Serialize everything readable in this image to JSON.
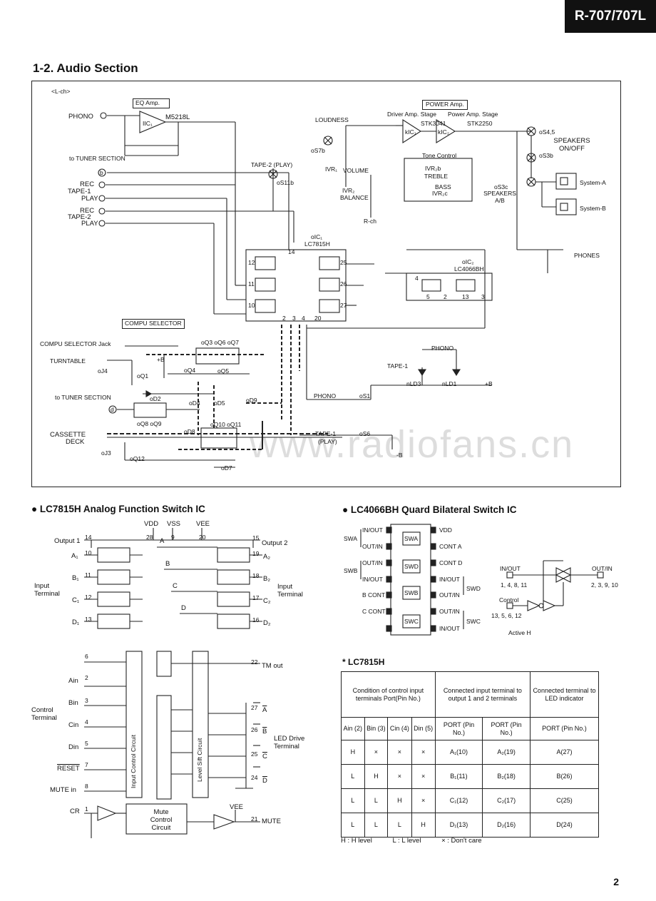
{
  "header": {
    "model": "R-707/707L",
    "section_title": "1-2. Audio Section",
    "page_number": "2",
    "watermark": "www.radiofans.cn"
  },
  "audio": {
    "lch": "<L-ch>",
    "eq_amp": "EQ Amp.",
    "phono": "PHONO",
    "ic1": "IIC₁",
    "m5218l": "M5218L",
    "to_tuner": "to TUNER SECTION",
    "b_marker": "b",
    "rec": "REC",
    "tape1": "TAPE-1",
    "tape2": "TAPE-2",
    "play": "PLAY",
    "loudness": "LOUDNESS",
    "s7b": "oS7b",
    "tape2_play": "TAPE-2 (PLAY)",
    "s11b": "oS11b",
    "vr1": "IVR₁",
    "volume": "VOLUME",
    "vr2": "IVR₂",
    "balance": "BALANCE",
    "rch": "R-ch",
    "power_amp": "POWER Amp.",
    "driver_stage": "Driver Amp. Stage",
    "power_stage": "Power Amp. Stage",
    "kic1": "kIC₁",
    "stk3041": "STK3041",
    "kic2": "kIC₂",
    "stk2250": "STK2250",
    "tone_control": "Tone Control",
    "vr2b": "IVR₂b",
    "treble": "TREBLE",
    "bass": "BASS",
    "vr2c": "IVR₂c",
    "s3c": "oS3c",
    "speakers_ab": "SPEAKERS A/B",
    "s45": "oS4,5",
    "speakers_onoff": "SPEAKERS ON/OFF",
    "s3b": "oS3b",
    "system_a": "System-A",
    "system_b": "System-B",
    "phones": "PHONES",
    "oic1": "oIC₁",
    "lc7815h": "LC7815H",
    "oic2": "oIC₂",
    "lc4066bh": "LC4066BH",
    "compu_selector": "COMPU SELECTOR",
    "compu_jack": "COMPU SELECTOR Jack",
    "turntable": "TURNTABLE",
    "plus_b": "+B",
    "minus_b": "-B",
    "to_tuner2": "to TUNER SECTION",
    "d_marker": "d",
    "cassette": "CASSETTE",
    "deck": "DECK",
    "q3q6q7": "oQ3 oQ6 oQ7",
    "q1": "oQ1",
    "q4": "oQ4",
    "q5": "oQ5",
    "d2": "oD2",
    "d4": "oD4",
    "d5": "oD5",
    "d9": "oD9",
    "q8q9": "oQ8 oQ9",
    "d8": "oD8",
    "q10q11": "oQ10 oQ11",
    "q12": "oQ12",
    "d7": "oD7",
    "j4": "oJ4",
    "j3": "oJ3",
    "phono2": "PHONO",
    "tape1_l": "TAPE-1",
    "nld3": "nLD3",
    "nld1": "nLD1",
    "phono_s1": "PHONO",
    "s1": "oS1",
    "tape1_s6": "TAPE-1",
    "play2": "(PLAY)",
    "s6": "oS6",
    "pins_ic1": [
      "14",
      "12",
      "11",
      "10",
      "25",
      "26",
      "27",
      "2",
      "3",
      "4",
      "20"
    ],
    "pins_ic2": [
      "4",
      "5",
      "2",
      "13",
      "3"
    ]
  },
  "lc7815": {
    "title": "LC7815H Analog Function Switch IC",
    "vdd": "VDD",
    "vss": "VSS",
    "vee": "VEE",
    "output1": "Output 1",
    "output2": "Output 2",
    "inputs_left": [
      "A₁",
      "B₁",
      "C₁",
      "D₁"
    ],
    "inputs_right": [
      "A₂",
      "B₂",
      "C₂",
      "D₂"
    ],
    "input_terminal": "Input Terminal",
    "lines": [
      "A",
      "B",
      "C",
      "D"
    ],
    "control_terminal": "Control Terminal",
    "ctrl": [
      "Ain",
      "Bin",
      "Cin",
      "Din"
    ],
    "reset": "RESET",
    "mute_in": "MUTE in",
    "cr": "CR",
    "tm_out": "TM out",
    "input_control": "Input Control Circuit",
    "level_shift": "Level Sift Circuit",
    "mute_circuit": "Mute Control Circuit",
    "mute": "MUTE",
    "led": "LED Drive Terminal",
    "led_labels": [
      "A",
      "B",
      "C",
      "D"
    ],
    "pins": [
      "14",
      "10",
      "11",
      "12",
      "13",
      "28",
      "9",
      "20",
      "15",
      "19",
      "18",
      "17",
      "16",
      "6",
      "2",
      "3",
      "4",
      "5",
      "7",
      "8",
      "1",
      "22",
      "27",
      "26",
      "25",
      "24",
      "21"
    ]
  },
  "lc4066": {
    "title": "LC4066BH Quard Bilateral Switch IC",
    "left_pins": [
      "IN/OUT",
      "OUT/IN",
      "OUT/IN",
      "IN/OUT",
      "B CONT",
      "C CONT",
      ""
    ],
    "right_pins": [
      "VDD",
      "CONT A",
      "CONT D",
      "IN/OUT",
      "OUT/IN",
      "OUT/IN",
      "IN/OUT"
    ],
    "switches": [
      "SWA",
      "SWD",
      "SWB",
      "SWC"
    ],
    "side_left": [
      "SWA",
      "SWB"
    ],
    "side_right": [
      "SWD",
      "SWC"
    ],
    "in_out": "IN/OUT",
    "in_pins": "1, 4, 8, 11",
    "out_in": "OUT/IN",
    "out_pins": "2, 3, 9, 10",
    "control": "Control",
    "control_pins": "13, 5, 6, 12",
    "active": "Active H"
  },
  "table": {
    "title": "* LC7815H",
    "head_cond": "Condition of control input terminals Port(Pin No.)",
    "head_conn": "Connected input terminal to output 1 and 2 terminals",
    "head_led": "Connected terminal to LED indicator",
    "sub": [
      "Ain (2)",
      "Bin (3)",
      "Cin (4)",
      "Din (5)",
      "PORT (Pin No.)",
      "PORT (Pin No.)",
      "PORT (Pin No.)"
    ],
    "rows": [
      [
        "H",
        "×",
        "×",
        "×",
        "A₁(10)",
        "A₂(19)",
        "A(27)"
      ],
      [
        "L",
        "H",
        "×",
        "×",
        "B₁(11)",
        "B₂(18)",
        "B(26)"
      ],
      [
        "L",
        "L",
        "H",
        "×",
        "C₁(12)",
        "C₂(17)",
        "C(25)"
      ],
      [
        "L",
        "L",
        "L",
        "H",
        "D₁(13)",
        "D₂(16)",
        "D(24)"
      ]
    ],
    "legend": [
      "H : H level",
      "L : L level",
      "× : Don't care"
    ]
  }
}
